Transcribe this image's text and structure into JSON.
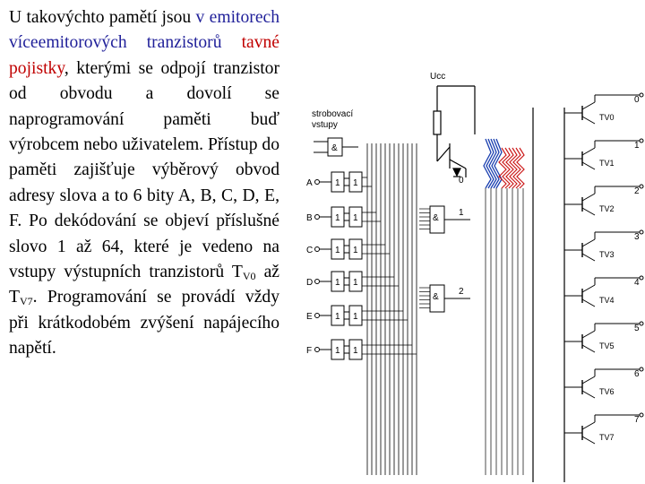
{
  "paragraph": {
    "p1": "U takovýchto pamětí jsou",
    "v": "v",
    "emitor": "emitorech víceemitorových tranzistorů",
    "fuses": "tavné pojistky",
    "rest": ", kterými se odpojí tranzistor od obvodu a dovolí se naprogramování paměti buď výrobcem nebo uživatelem. Přístup do paměti zajišťuje výběrový obvod adresy slova a to 6 bity A, B, C, D, E, F. Po dekódování se objeví příslušné slovo 1 až 64, které je vedeno na vstupy výstupních tranzistorů T",
    "sub0": "V0",
    "mid": " až T",
    "sub7": "V7",
    "end": ". Programování se provádí vždy při krátkodobém zvýšení napájecího napětí."
  },
  "diagram": {
    "ucc": "Ucc",
    "strobe": [
      "strobovací",
      "vstupy"
    ],
    "inputs": [
      "A",
      "B",
      "C",
      "D",
      "E",
      "F"
    ],
    "inverter": "1",
    "and": "&",
    "words": [
      "0",
      "1",
      "2"
    ],
    "transistors": [
      "TV0",
      "TV1",
      "TV2",
      "TV3",
      "TV4",
      "TV5",
      "TV6",
      "TV7"
    ],
    "outputs": [
      "0",
      "1",
      "2",
      "3",
      "4",
      "5",
      "6",
      "7"
    ],
    "colors": {
      "line": "#000000",
      "bus_blue": "#1a3fb0",
      "bus_red": "#cc1a1a"
    }
  }
}
